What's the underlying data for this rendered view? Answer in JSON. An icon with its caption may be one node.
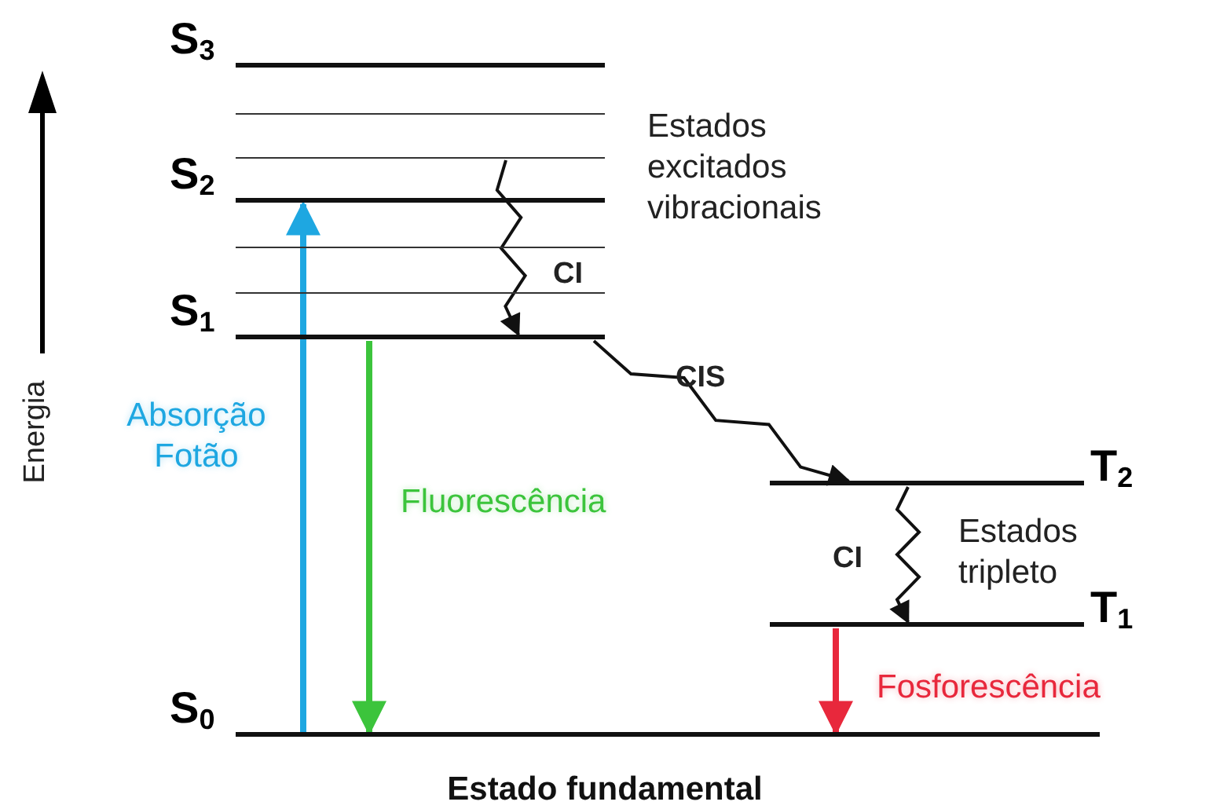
{
  "diagram": {
    "nodes": [
      {
        "text": [
          "S$_{3}$"
        ]
      },
      {
        "text": [],
        "shape": "bar"
      },
      {
        "text": [],
        "shape": "bar"
      },
      {
        "text": [
          "S$_{2}$"
        ]
      },
      {
        "text": [],
        "shape": "bar"
      },
      {
        "text": [],
        "shape": "bar"
      },
      {
        "text": [
          "S$_{1}$"
        ]
      },
      {
        "text": [
          "T$_{2}$"
        ]
      },
      {
        "text": [
          "T$_{1}$"
        ]
      },
      {
        "text": [
          "S$_{0}$"
        ]
      }
    ],
    "edges": [
      {
        "from": 9,
        "to": 3,
        "arrow": "to",
        "label": "Absorção Fotão",
        "color": "#1ea7e1",
        "style": "thick"
      },
      {
        "from": 6,
        "to": 9,
        "arrow": "to",
        "label": "Fluorescência",
        "color": "#3cc43c",
        "style": "thick"
      },
      {
        "from": 2,
        "to": 6,
        "arrow": "to",
        "label": "CI"
      },
      {
        "from": 6,
        "to": 7,
        "arrow": "to",
        "label": "CIS"
      },
      {
        "from": 7,
        "to": 8,
        "arrow": "to",
        "label": "CI"
      },
      {
        "from": 8,
        "to": 9,
        "arrow": "to",
        "label": "Fosforescência",
        "color": "#e8283c",
        "style": "thick"
      }
    ],
    "labels": [
      "Estados excitados vibracionais",
      "Energia",
      "Estados tripleto",
      "Estado fundamental"
    ]
  }
}
